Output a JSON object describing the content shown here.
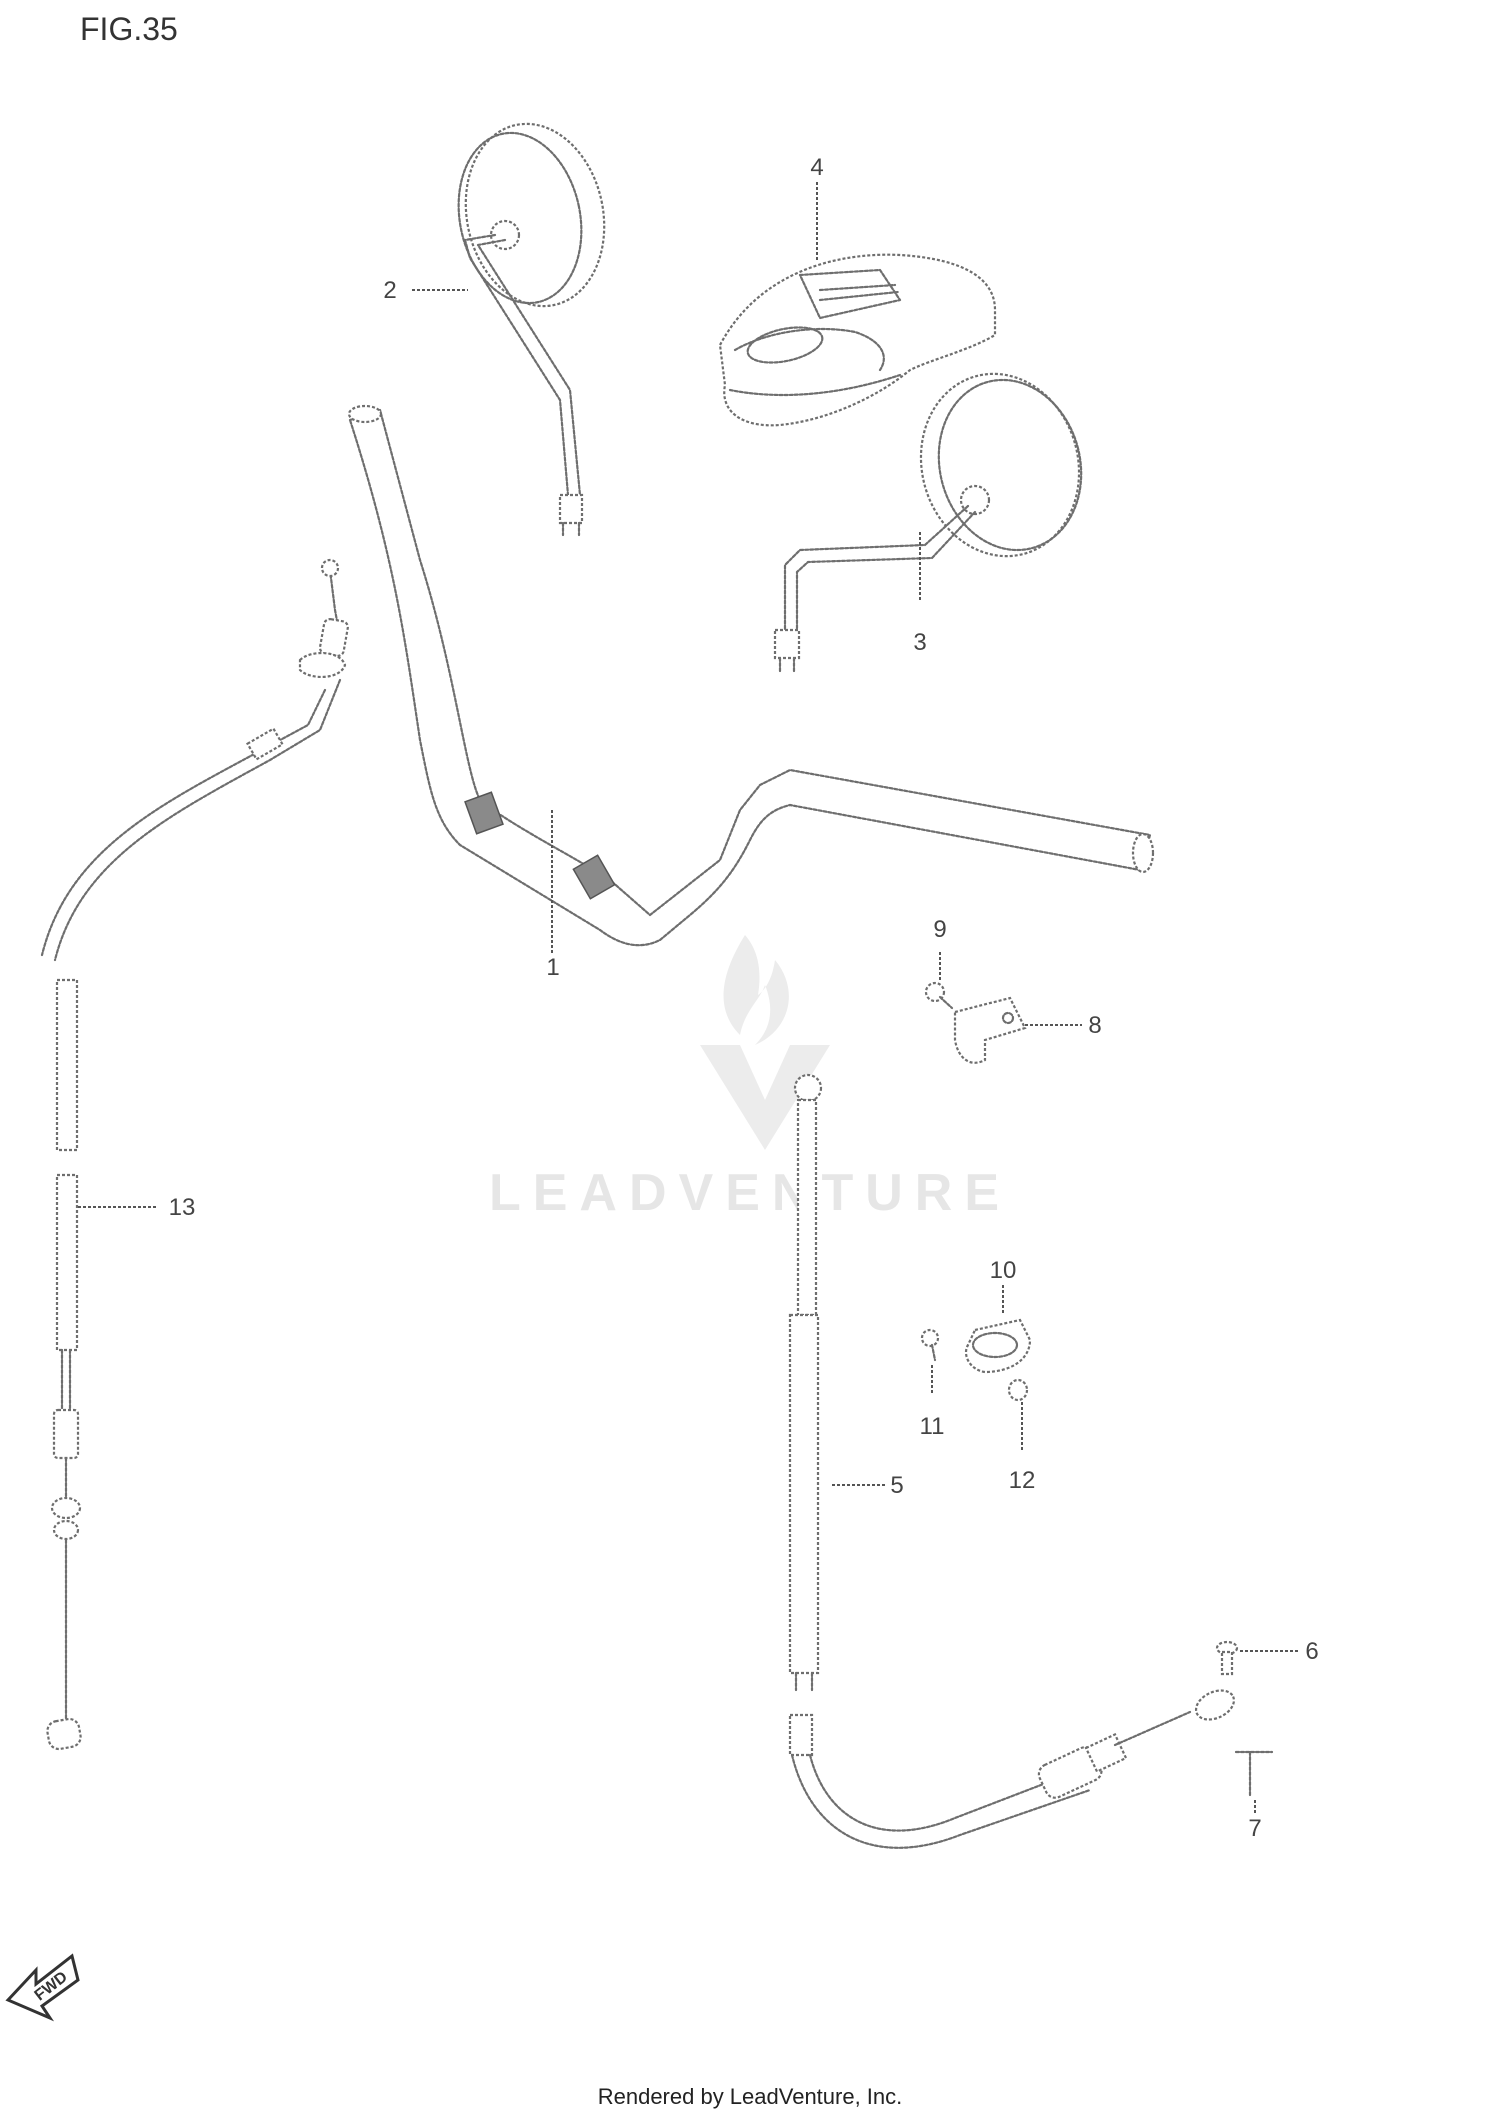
{
  "figure": {
    "title": "FIG.35"
  },
  "watermark": {
    "text": "LEADVENTURE"
  },
  "fwd_label": "FWD",
  "footer": "Rendered by LeadVenture, Inc.",
  "callouts": [
    {
      "id": "1",
      "part": "handlebar"
    },
    {
      "id": "2",
      "part": "mirror-left"
    },
    {
      "id": "3",
      "part": "mirror-right"
    },
    {
      "id": "4",
      "part": "handlebar-cover"
    },
    {
      "id": "5",
      "part": "throttle-cable"
    },
    {
      "id": "6",
      "part": "bolt"
    },
    {
      "id": "7",
      "part": "pin"
    },
    {
      "id": "8",
      "part": "cable-guide"
    },
    {
      "id": "9",
      "part": "screw"
    },
    {
      "id": "10",
      "part": "cable-clamp"
    },
    {
      "id": "11",
      "part": "screw"
    },
    {
      "id": "12",
      "part": "nut"
    },
    {
      "id": "13",
      "part": "clutch-cable"
    }
  ]
}
